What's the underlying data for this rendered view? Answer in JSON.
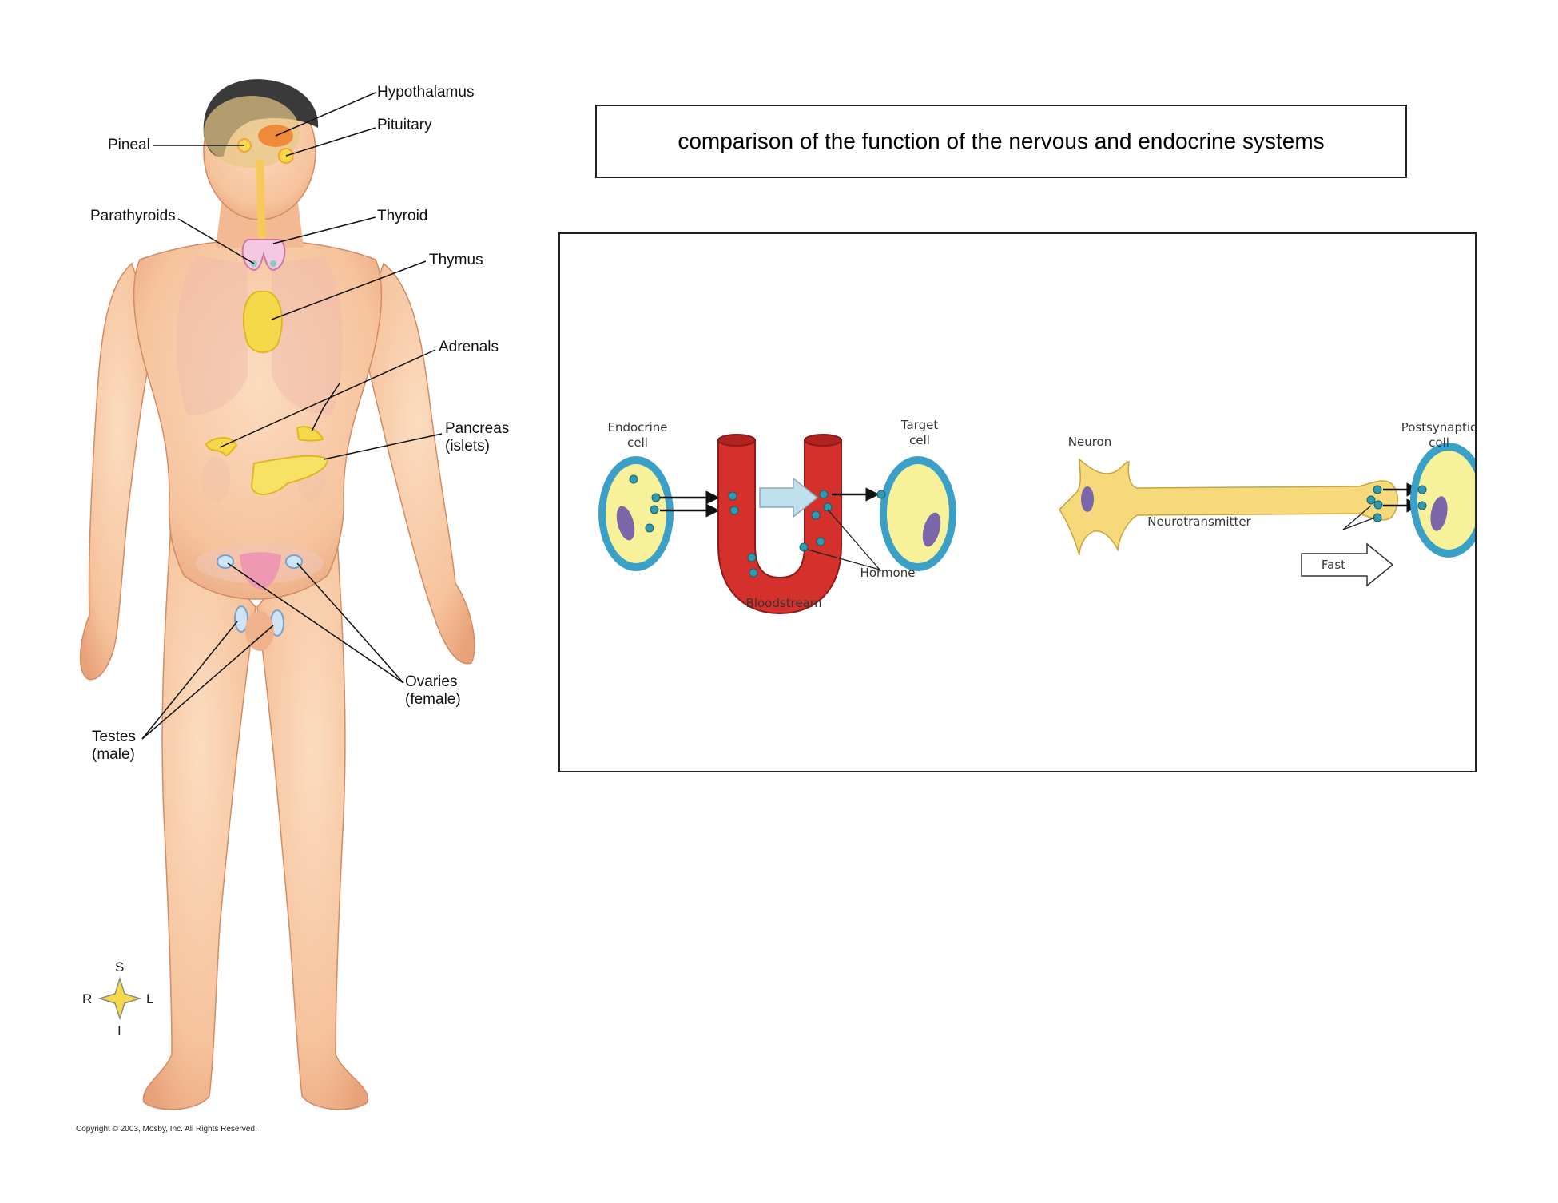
{
  "title": "comparison of the function of the nervous and endocrine systems",
  "glands": {
    "hypothalamus": "Hypothalamus",
    "pituitary": "Pituitary",
    "pineal": "Pineal",
    "parathyroids": "Parathyroids",
    "thyroid": "Thyroid",
    "thymus": "Thymus",
    "adrenals": "Adrenals",
    "pancreas": "Pancreas\n(islets)",
    "ovaries": "Ovaries\n(female)",
    "testes": "Testes\n(male)"
  },
  "compass": {
    "superior": "S",
    "inferior": "I",
    "right": "R",
    "left": "L"
  },
  "copyright": "Copyright © 2003, Mosby, Inc. All Rights Reserved.",
  "endocrine_diagram": {
    "endocrine_cell": "Endocrine\ncell",
    "target_cell": "Target\ncell",
    "bloodstream": "Bloodstream",
    "hormone": "Hormone"
  },
  "nervous_diagram": {
    "neuron": "Neuron",
    "postsynaptic_cell": "Postsynaptic\ncell",
    "neurotransmitter": "Neurotransmitter",
    "fast": "Fast"
  },
  "colors": {
    "skin": "#f7c9a3",
    "skin_shade": "#e9a57c",
    "gland_yellow": "#f6d94a",
    "blood_red": "#d4302c",
    "cell_blue": "#3aa0c8",
    "cell_yellow": "#f7f29a",
    "nucleus": "#7a66a8",
    "neuron_yellow": "#f5d97a",
    "hair": "#3a3a3a"
  }
}
